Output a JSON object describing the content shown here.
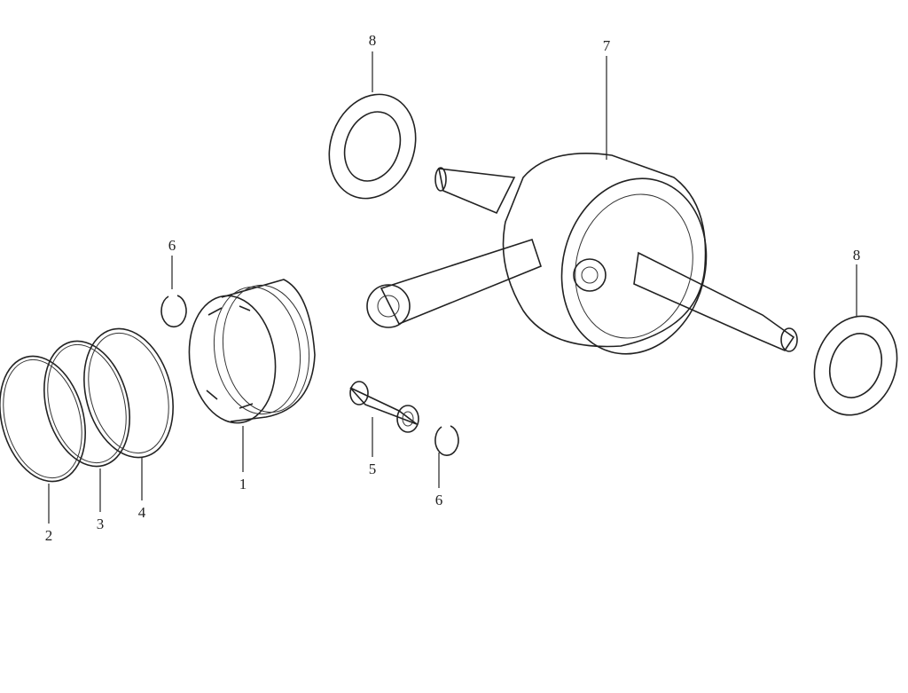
{
  "diagram": {
    "callouts": [
      {
        "id": "thrust-washer-top",
        "label": "8"
      },
      {
        "id": "crankshaft",
        "label": "7"
      },
      {
        "id": "circlip-top",
        "label": "6"
      },
      {
        "id": "thrust-washer-right",
        "label": "8"
      },
      {
        "id": "piston",
        "label": "1"
      },
      {
        "id": "ring-top",
        "label": "2"
      },
      {
        "id": "ring-second",
        "label": "3"
      },
      {
        "id": "ring-oil",
        "label": "4"
      },
      {
        "id": "piston-pin",
        "label": "5"
      },
      {
        "id": "circlip-bottom",
        "label": "6"
      }
    ]
  }
}
